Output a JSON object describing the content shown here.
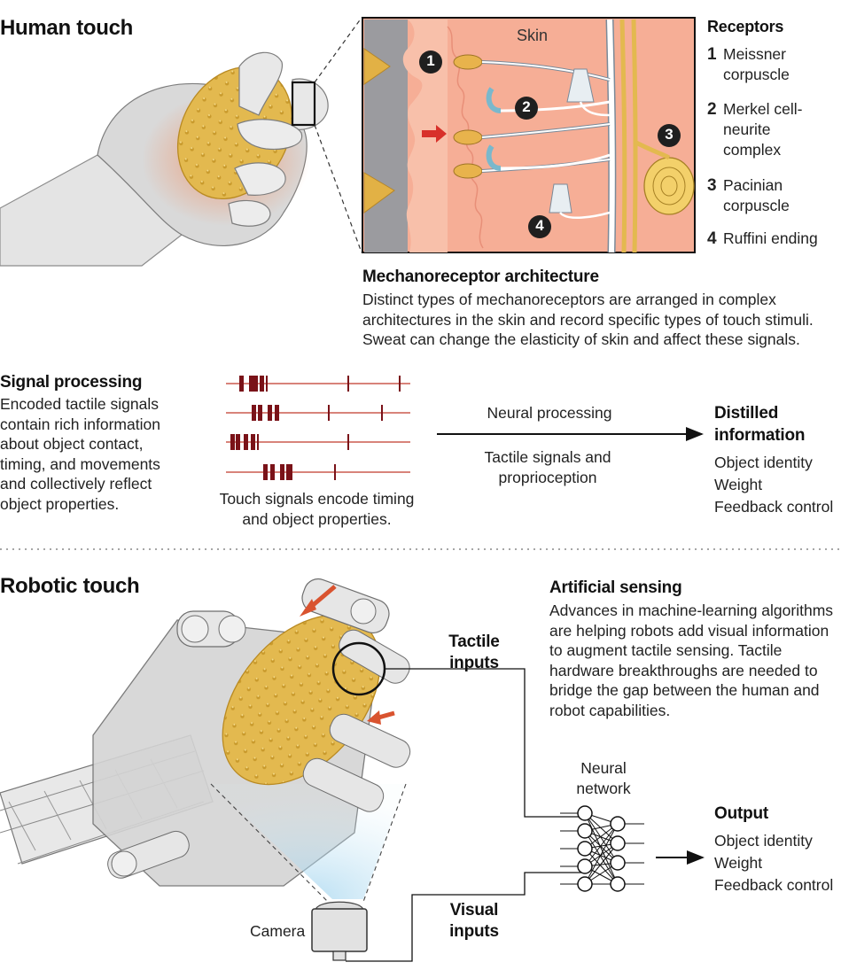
{
  "human": {
    "title": "Human touch",
    "skin_label": "Skin",
    "receptors_heading": "Receptors",
    "receptors": [
      {
        "num": "1",
        "name": "Meissner corpuscle"
      },
      {
        "num": "2",
        "name": "Merkel cell-neurite complex"
      },
      {
        "num": "3",
        "name": "Pacinian corpuscle"
      },
      {
        "num": "4",
        "name": "Ruffini ending"
      }
    ],
    "markers": [
      "1",
      "2",
      "3",
      "4"
    ],
    "mech_title": "Mechanoreceptor architecture",
    "mech_text": "Distinct types of mechanoreceptors are arranged in complex architectures in the skin and record specific types of touch stimuli. Sweat can change the elasticity of skin and affect these signals."
  },
  "signal": {
    "title": "Signal processing",
    "text": "Encoded tactile signals contain rich information about object contact, timing, and movements and collectively reflect object properties.",
    "caption": "Touch signals encode timing and object properties.",
    "neural_label": "Neural processing",
    "tactile_label": "Tactile signals and proprioception",
    "distilled_title": "Distilled information",
    "distilled_items": [
      "Object identity",
      "Weight",
      "Feedback control"
    ]
  },
  "robot": {
    "title": "Robotic touch",
    "tactile_inputs": "Tactile inputs",
    "visual_inputs": "Visual inputs",
    "camera_label": "Camera",
    "network_label": "Neural network",
    "artificial_title": "Artificial sensing",
    "artificial_text": "Advances in machine-learning algorithms are helping robots add visual information to augment tactile sensing. Tactile hardware breakthroughs are needed to bridge the gap between the human and robot capabilities.",
    "output_title": "Output",
    "output_items": [
      "Object identity",
      "Weight",
      "Feedback control"
    ]
  },
  "colors": {
    "skin": "#f4a78e",
    "skin_light": "#f8c3ae",
    "object": "#e9c25d",
    "nerve": "#ffffff",
    "nerve_edge": "#7a8a99",
    "dark_red": "#7a1218",
    "signal_line": "#c0392b",
    "marker": "#1f1f1f",
    "arrow_red": "#d9532f"
  }
}
